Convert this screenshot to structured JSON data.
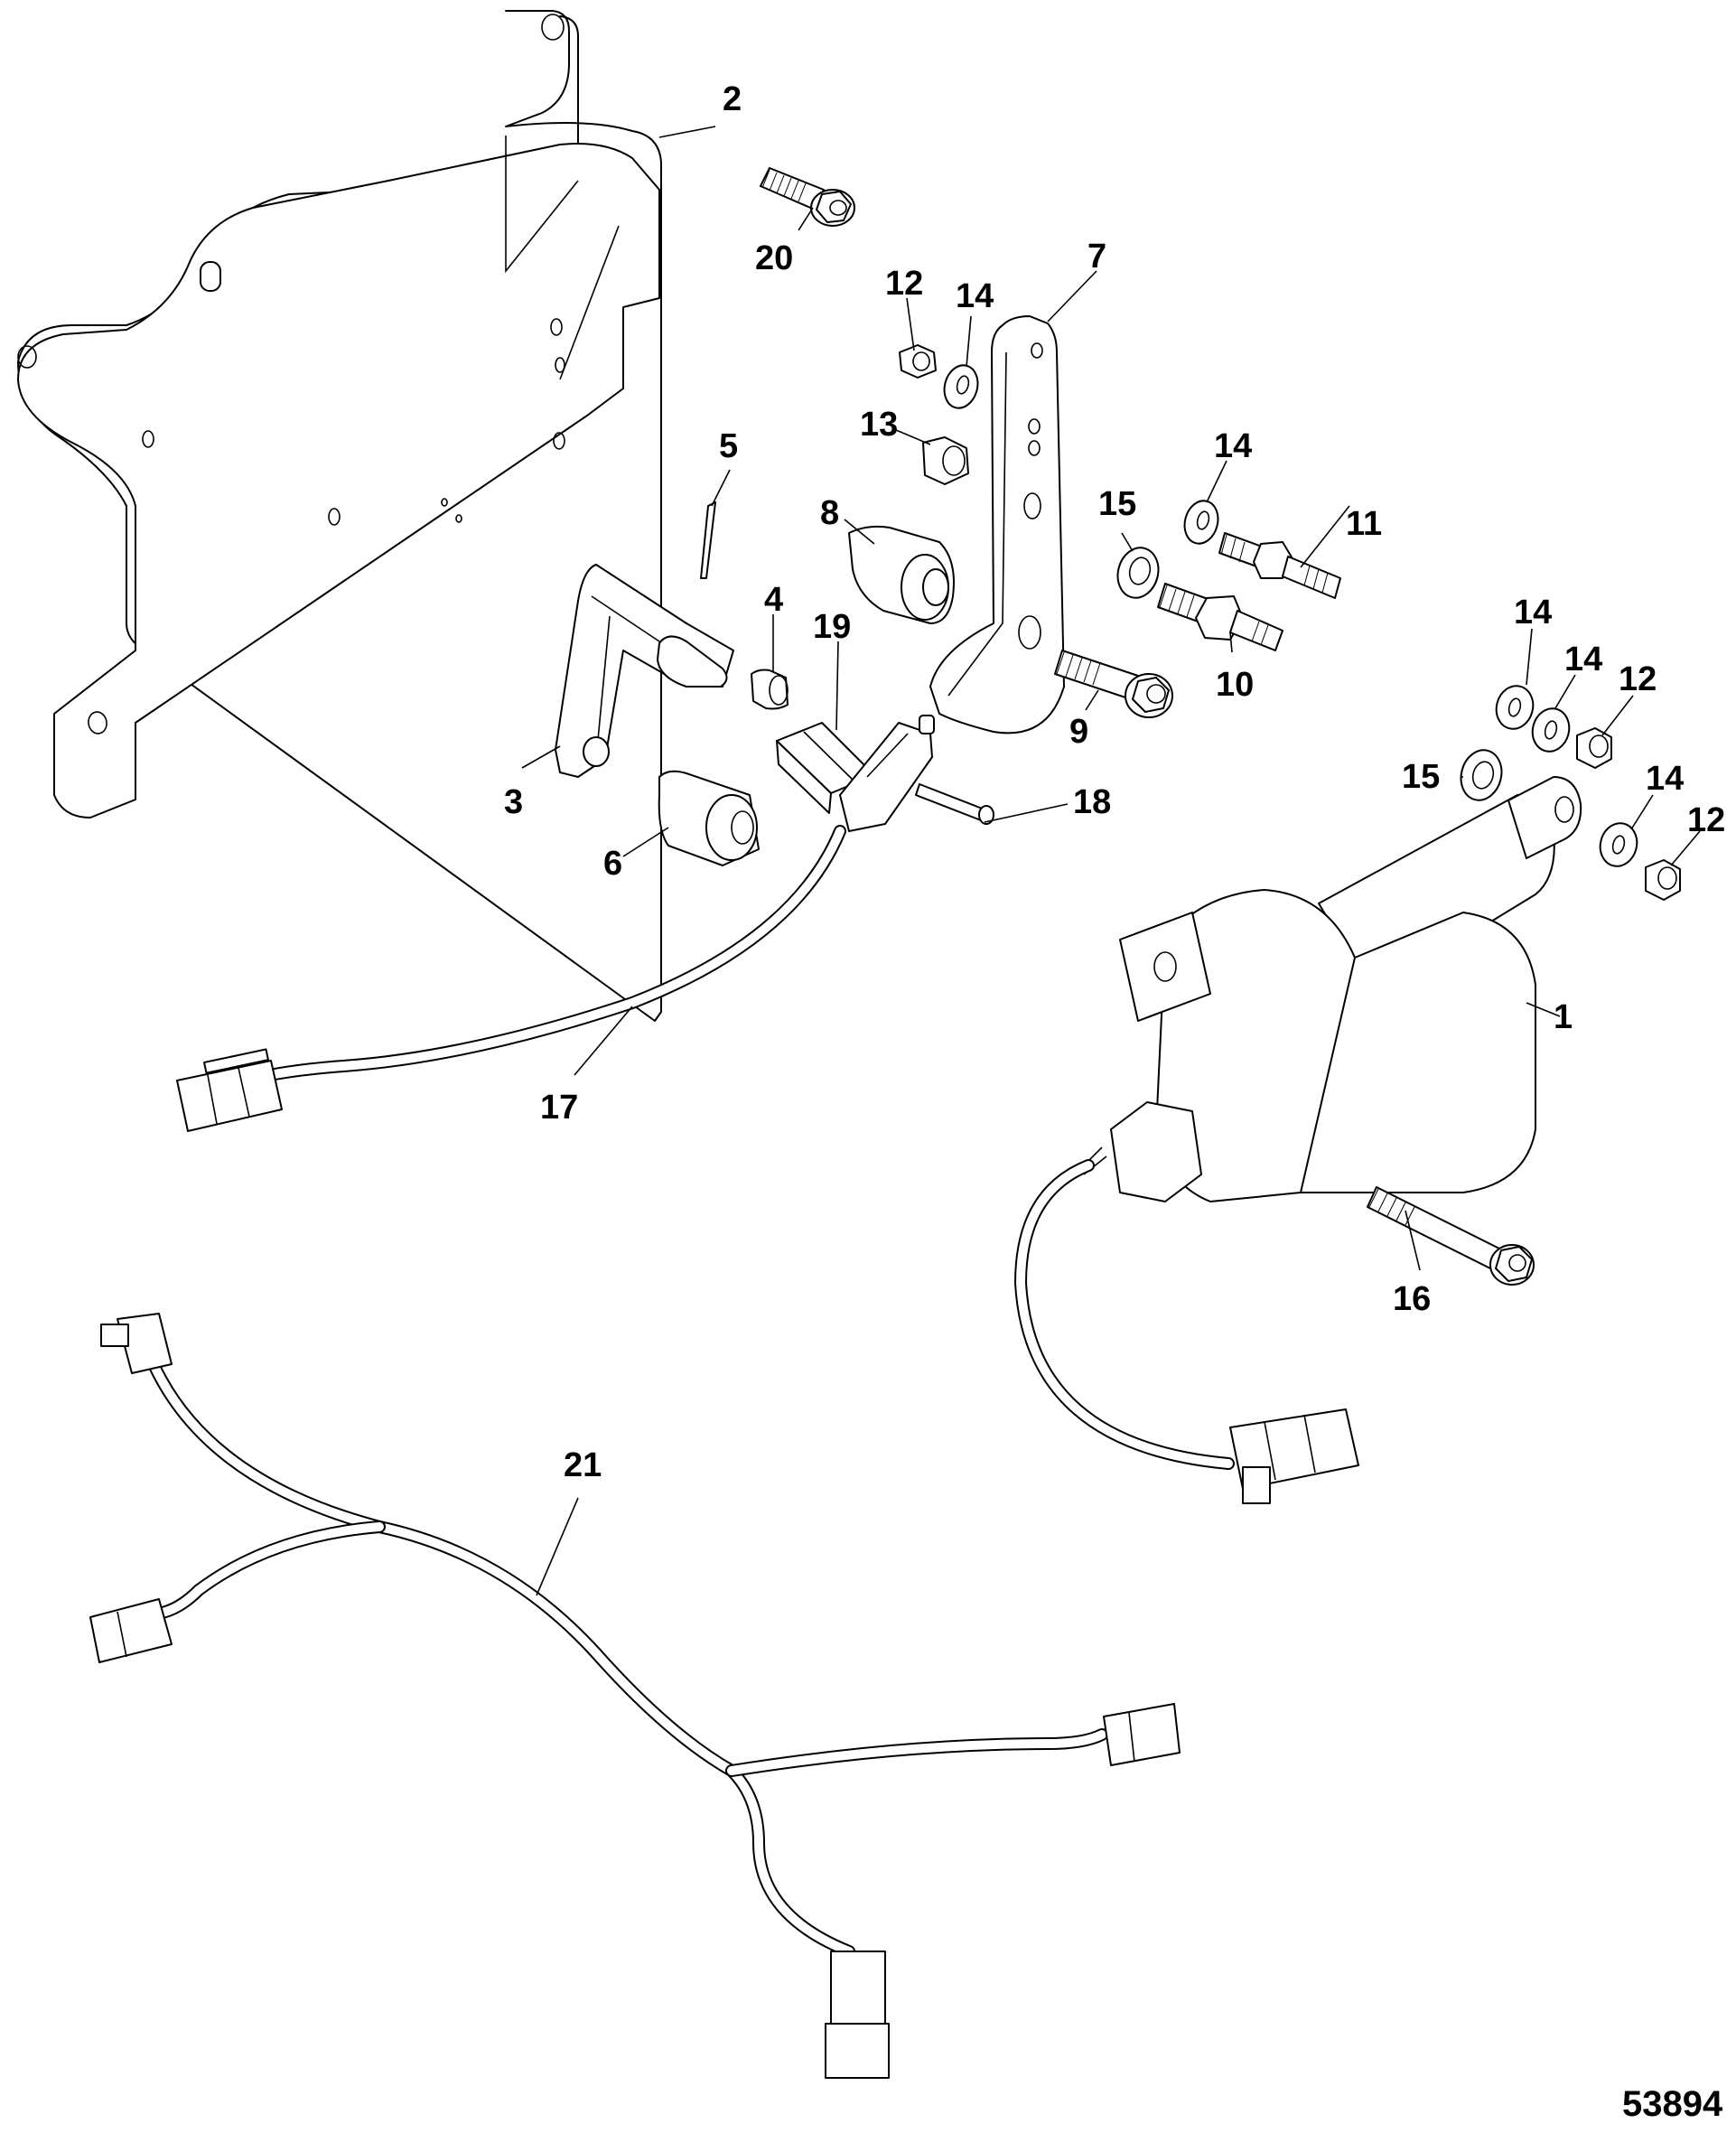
{
  "figure": {
    "id": "53894",
    "type": "exploded parts diagram"
  },
  "callouts": [
    {
      "ref": "1",
      "part": "actuator-cylinder"
    },
    {
      "ref": "2",
      "part": "mounting-bracket"
    },
    {
      "ref": "3",
      "part": "lever-arm"
    },
    {
      "ref": "4",
      "part": "bushing-small"
    },
    {
      "ref": "5",
      "part": "cotter-pin"
    },
    {
      "ref": "6",
      "part": "spacer"
    },
    {
      "ref": "7",
      "part": "link-arm"
    },
    {
      "ref": "8",
      "part": "bushing-flanged"
    },
    {
      "ref": "9",
      "part": "flange-bolt"
    },
    {
      "ref": "10",
      "part": "stud-large"
    },
    {
      "ref": "11",
      "part": "stud-small"
    },
    {
      "ref": "12",
      "part": "locknut"
    },
    {
      "ref": "13",
      "part": "nut"
    },
    {
      "ref": "14",
      "part": "washer"
    },
    {
      "ref": "15",
      "part": "washer-large"
    },
    {
      "ref": "16",
      "part": "flange-bolt-long"
    },
    {
      "ref": "17",
      "part": "sensor-harness"
    },
    {
      "ref": "18",
      "part": "screw"
    },
    {
      "ref": "19",
      "part": "sensor-cover"
    },
    {
      "ref": "20",
      "part": "flange-bolt-short"
    },
    {
      "ref": "21",
      "part": "y-harness"
    }
  ],
  "labels": {
    "l1": "1",
    "l2": "2",
    "l3": "3",
    "l4": "4",
    "l5": "5",
    "l6": "6",
    "l7": "7",
    "l8": "8",
    "l9": "9",
    "l10": "10",
    "l11": "11",
    "l12a": "12",
    "l12b": "12",
    "l12c": "12",
    "l13": "13",
    "l14a": "14",
    "l14b": "14",
    "l14c": "14",
    "l14d": "14",
    "l14e": "14",
    "l15a": "15",
    "l15b": "15",
    "l16": "16",
    "l17": "17",
    "l18": "18",
    "l19": "19",
    "l20": "20",
    "l21": "21"
  }
}
